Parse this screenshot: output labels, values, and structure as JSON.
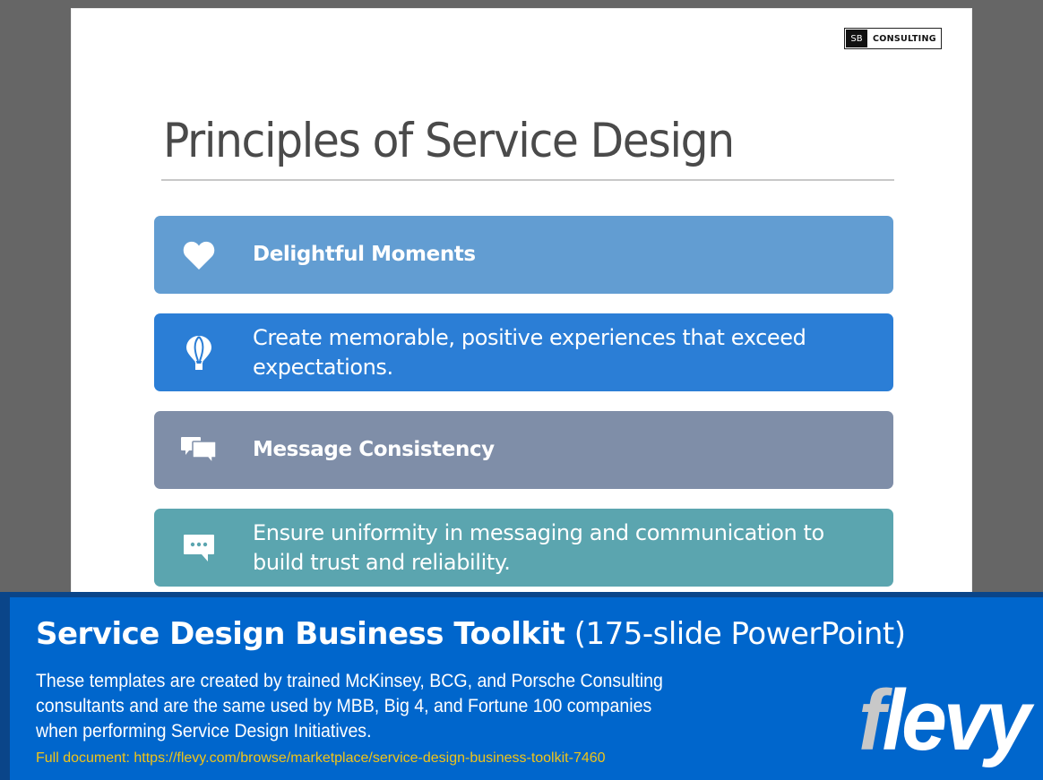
{
  "slide": {
    "brand": {
      "mark": "SB",
      "name": "CONSULTING"
    },
    "title": "Principles of Service Design",
    "cards": [
      {
        "icon": "heart-icon",
        "text": "Delightful Moments",
        "bold": true,
        "color": "#629dd2"
      },
      {
        "icon": "hot-air-balloon-icon",
        "text": "Create memorable, positive experiences that exceed expectations.",
        "bold": false,
        "color": "#2b7ed6"
      },
      {
        "icon": "chat-bubbles-icon",
        "text": "Message Consistency",
        "bold": true,
        "color": "#7f8ea8"
      },
      {
        "icon": "speech-bubble-dots-icon",
        "text": "Ensure uniformity in messaging and communication to build trust and reliability.",
        "bold": false,
        "color": "#5ba5af"
      }
    ]
  },
  "banner": {
    "title_bold": "Service Design Business Toolkit",
    "title_normal": " (175-slide PowerPoint)",
    "description": "These templates are created by trained McKinsey, BCG, and Porsche Consulting consultants and are the same used by MBB, Big 4, and Fortune 100 companies when performing Service Design Initiatives.",
    "link": "Full document: https://flevy.com/browse/marketplace/service-design-business-toolkit-7460",
    "logo_first": "f",
    "logo_rest": "levy",
    "colors": {
      "background": "#0066cc",
      "link": "#f0c419"
    }
  }
}
